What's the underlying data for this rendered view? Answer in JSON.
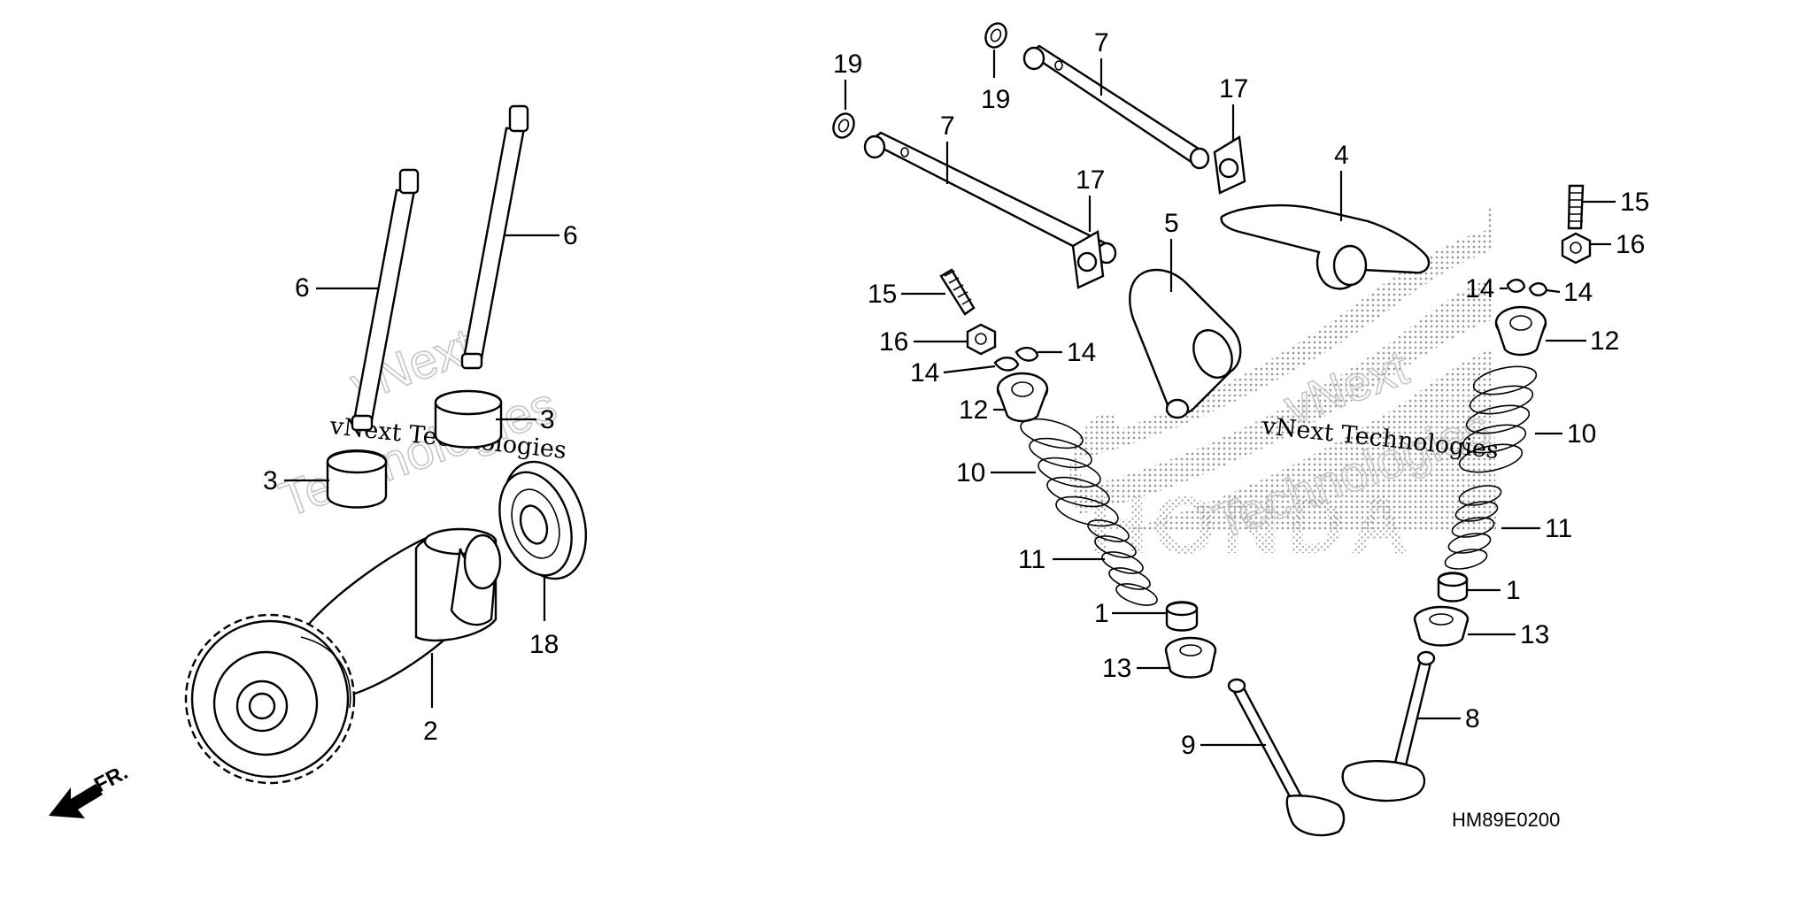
{
  "diagram": {
    "code": "HM89E0200",
    "direction_label": "FR.",
    "watermark": {
      "line1": "vNext",
      "line2": "Technologies",
      "text": "vNext Technologies"
    },
    "brand": {
      "wordmark": "HONDA",
      "wing_color": "#b8b8b8"
    },
    "callouts": {
      "n1": "1",
      "n2": "2",
      "n3": "3",
      "n4": "4",
      "n5": "5",
      "n6": "6",
      "n7": "7",
      "n8": "8",
      "n9": "9",
      "n10": "10",
      "n11": "11",
      "n12": "12",
      "n13": "13",
      "n14": "14",
      "n15": "15",
      "n16": "16",
      "n17": "17",
      "n18": "18",
      "n19": "19"
    }
  }
}
